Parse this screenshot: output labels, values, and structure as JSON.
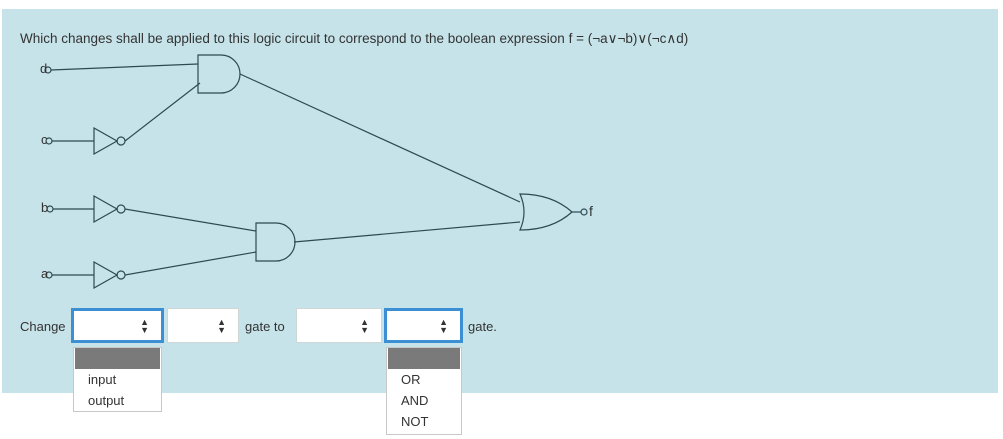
{
  "question": "Which changes shall be applied to this logic circuit to correspond to the boolean expression f = (¬a∨¬b)∨(¬c∧d)",
  "circuit": {
    "inputs": [
      "d",
      "c",
      "b",
      "a"
    ],
    "output": "f"
  },
  "sentence": {
    "change_label": "Change",
    "gate_to_label": "gate to",
    "gate_label": "gate."
  },
  "dropdown1": {
    "options": [
      "input",
      "output"
    ]
  },
  "dropdown4": {
    "options": [
      "OR",
      "AND",
      "NOT"
    ]
  },
  "colors": {
    "panel": "#c6e3e9",
    "active_border": "#3c8fd3",
    "wire": "#2d4a52"
  }
}
